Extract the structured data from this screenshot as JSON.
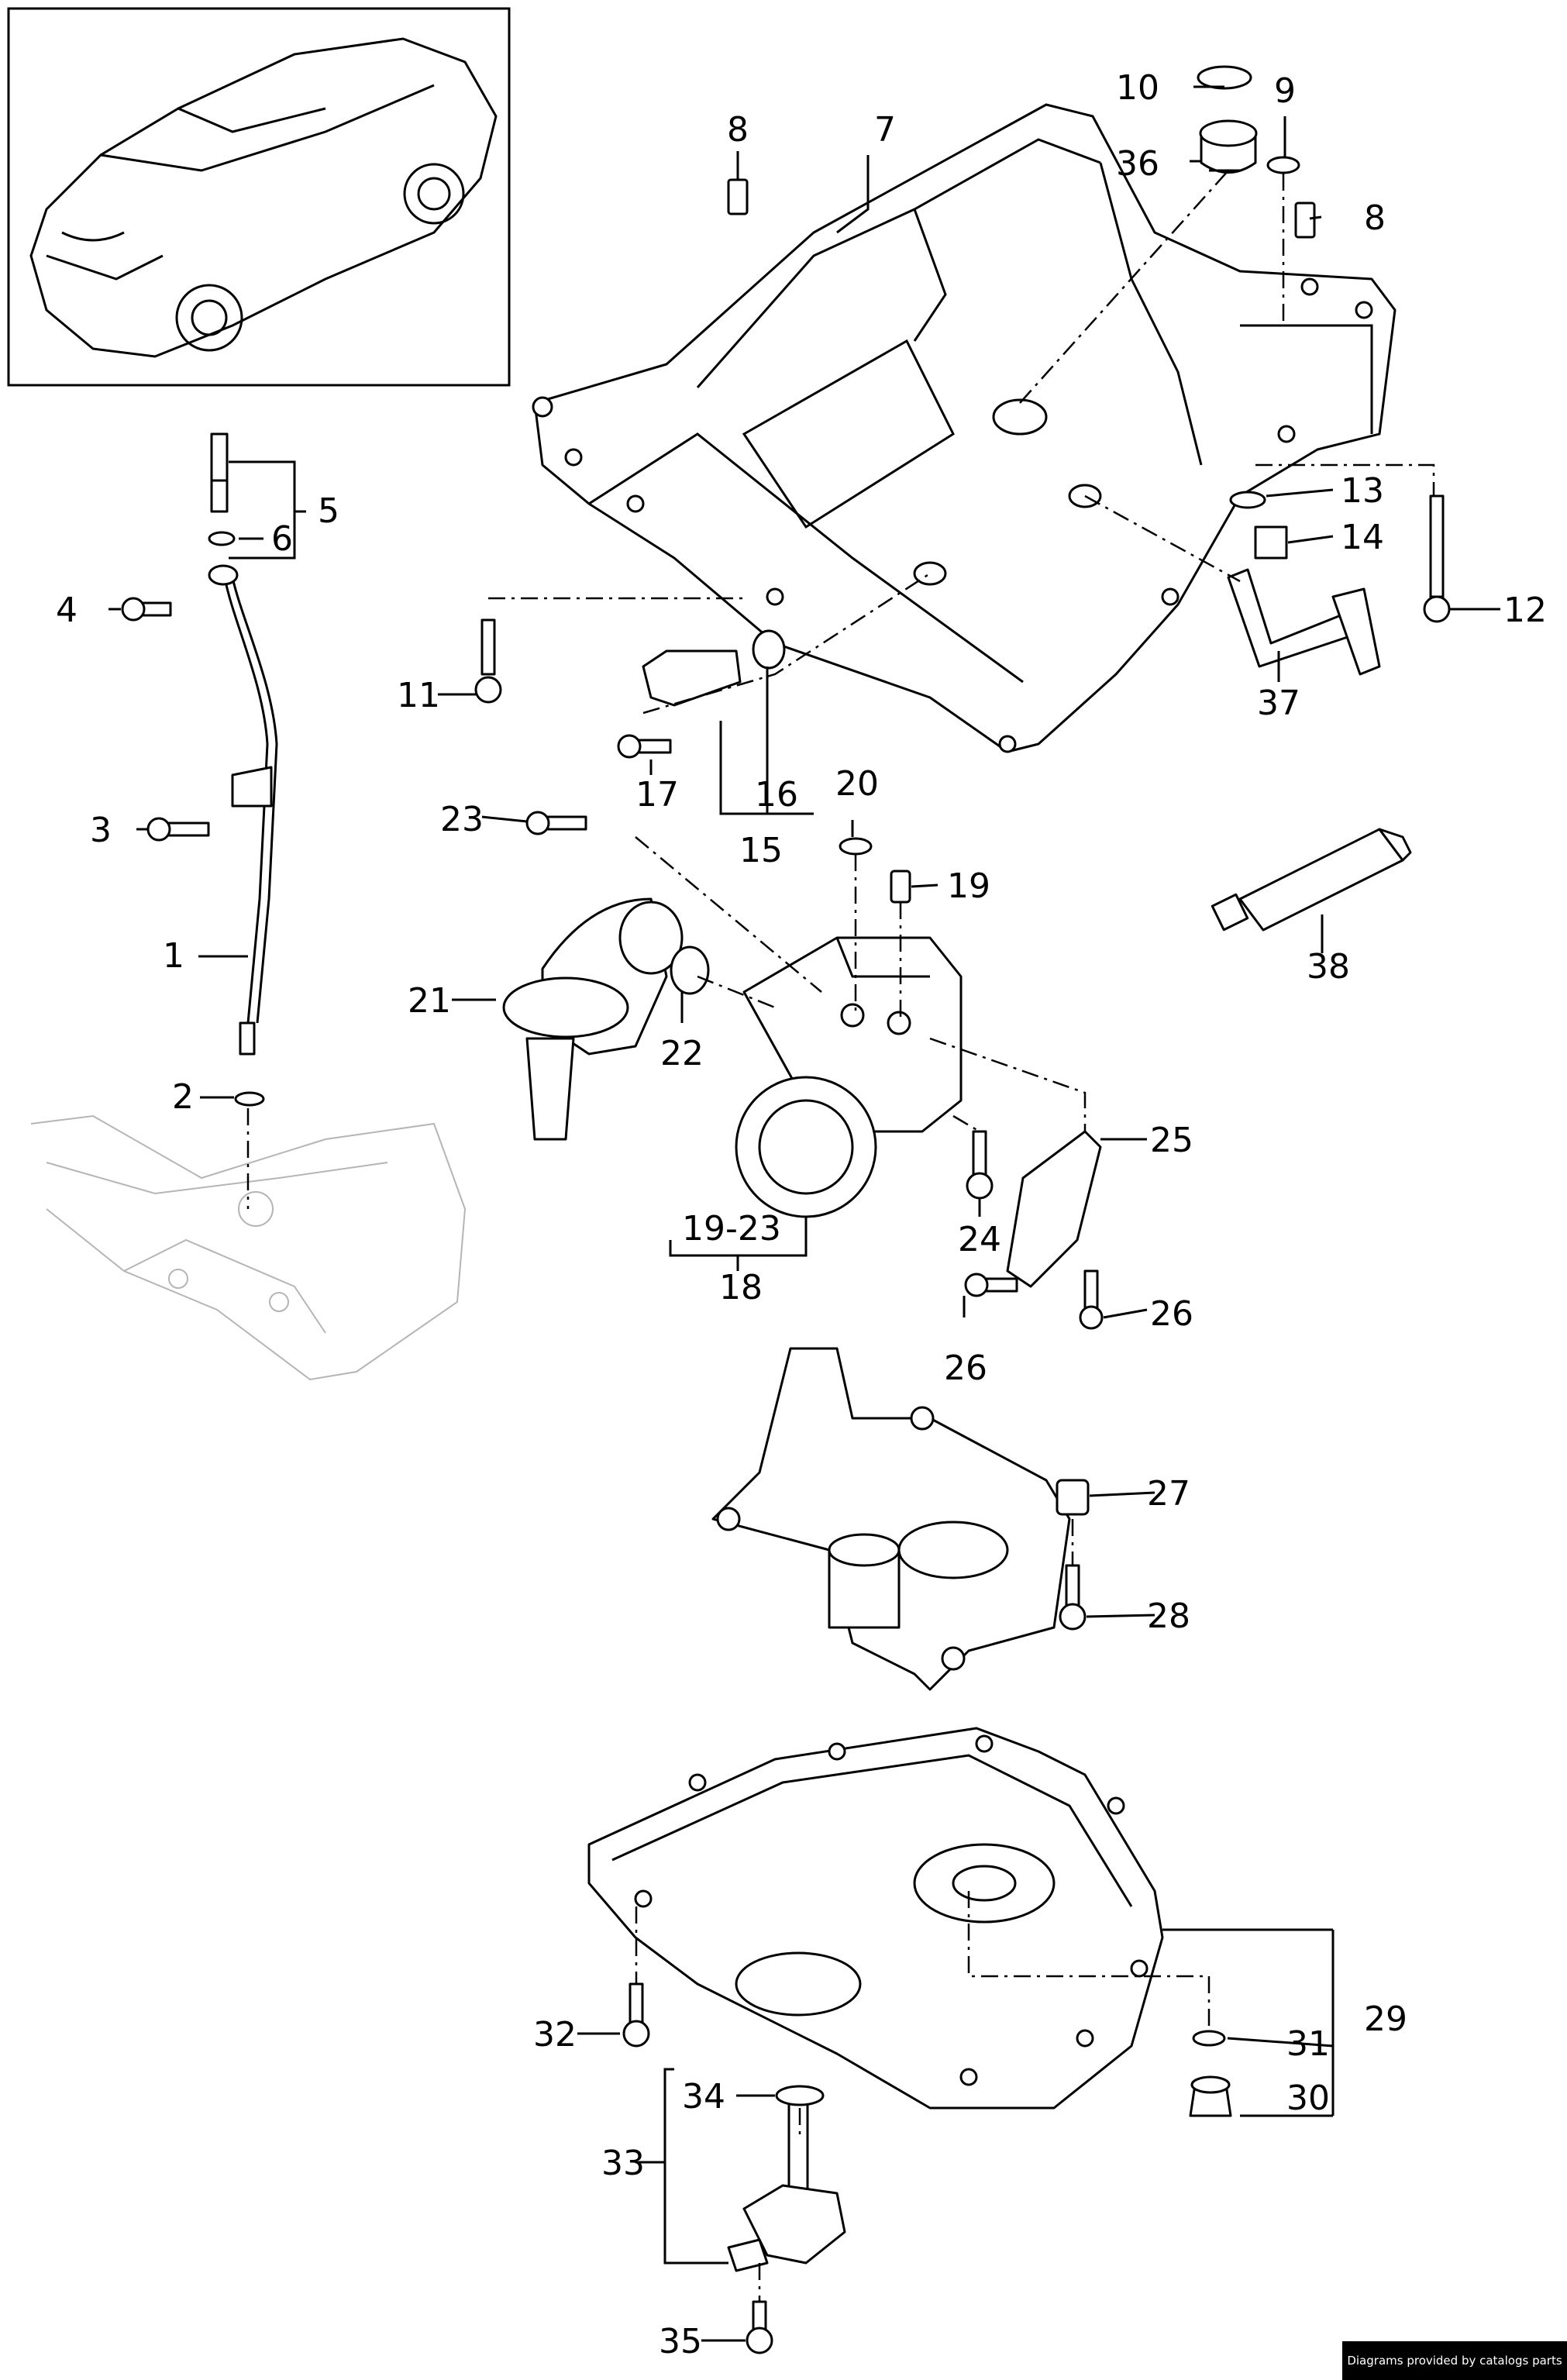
{
  "callouts": {
    "c1": "1",
    "c2": "2",
    "c3": "3",
    "c4": "4",
    "c5": "5",
    "c6": "6",
    "c7": "7",
    "c8a": "8",
    "c8b": "8",
    "c9": "9",
    "c10": "10",
    "c11": "11",
    "c12": "12",
    "c13": "13",
    "c14": "14",
    "c15": "15",
    "c16": "16",
    "c17": "17",
    "c18": "18",
    "c19a": "19",
    "c19_23": "19-23",
    "c20": "20",
    "c21": "21",
    "c22": "22",
    "c23": "23",
    "c24": "24",
    "c25": "25",
    "c26a": "26",
    "c26b": "26",
    "c27": "27",
    "c28": "28",
    "c29": "29",
    "c30": "30",
    "c31": "31",
    "c32": "32",
    "c33": "33",
    "c34": "34",
    "c35": "35",
    "c36": "36",
    "c37": "37",
    "c38": "38"
  },
  "credit": "Diagrams provided by catalogs parts"
}
